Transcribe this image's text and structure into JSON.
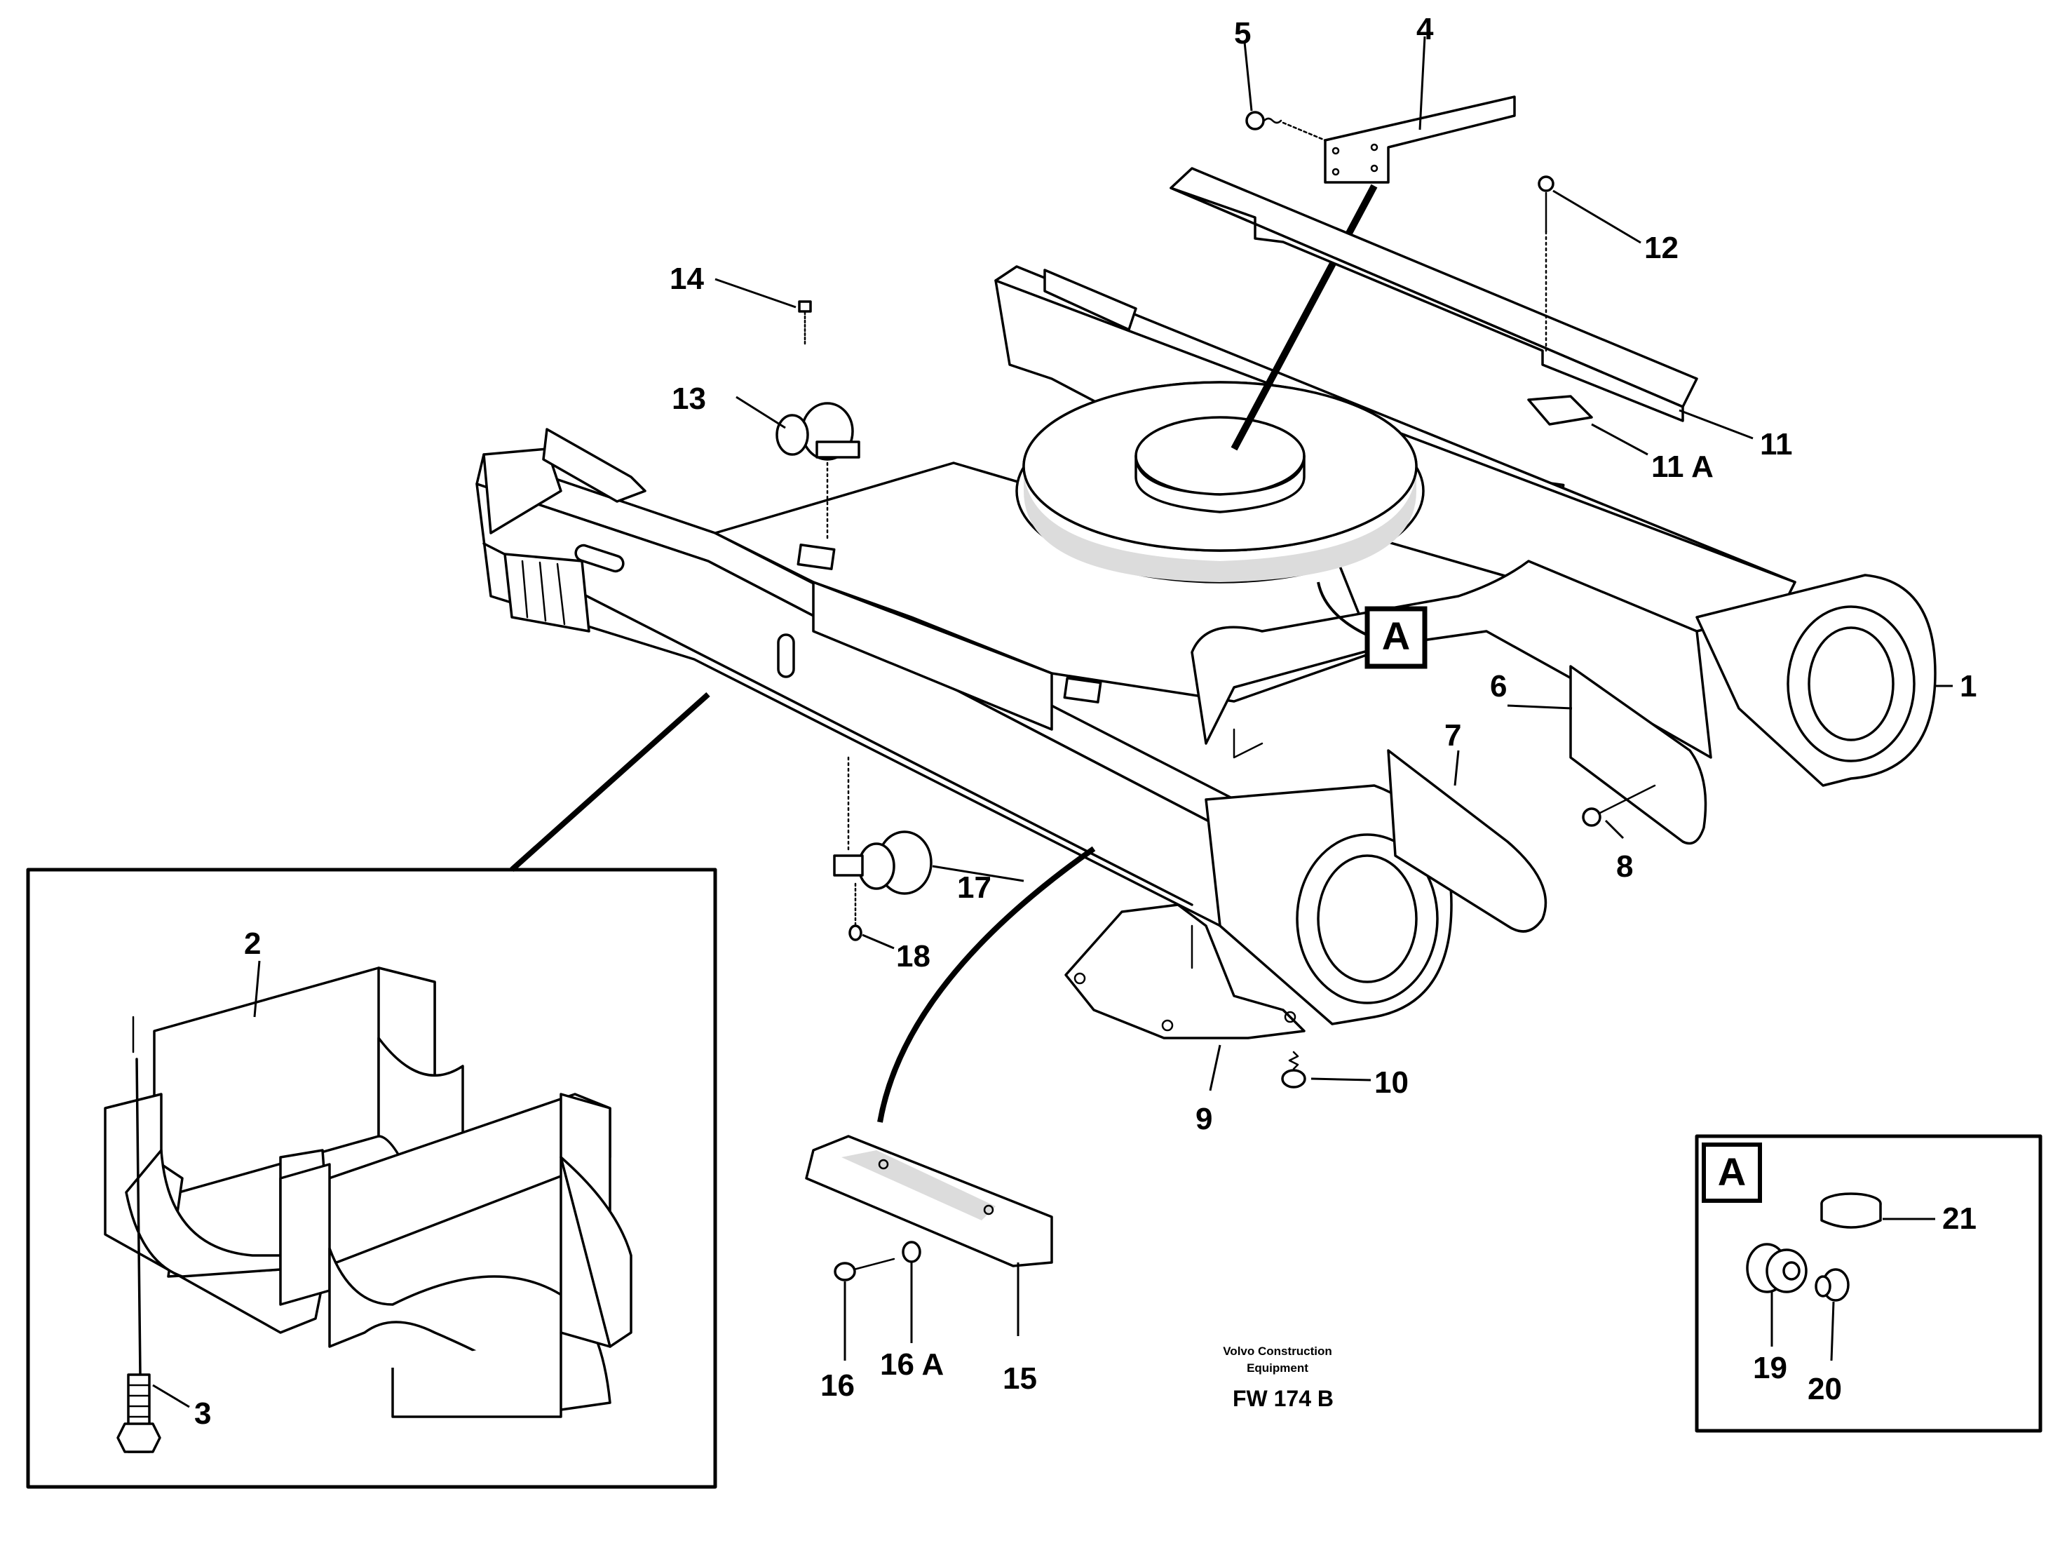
{
  "diagram": {
    "callouts": [
      "1",
      "2",
      "3",
      "4",
      "5",
      "6",
      "7",
      "8",
      "9",
      "10",
      "11",
      "11 A",
      "12",
      "13",
      "14",
      "15",
      "16",
      "16 A",
      "17",
      "18",
      "19",
      "20",
      "21"
    ],
    "detail_label": "A",
    "detail_box_label": "A",
    "caption": {
      "line1": "Volvo Construction",
      "line2": "Equipment",
      "code": "FW 174 B"
    }
  }
}
